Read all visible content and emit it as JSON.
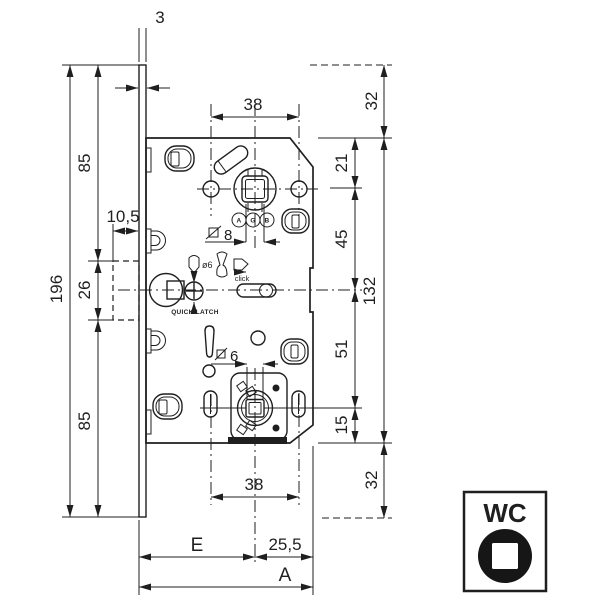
{
  "dims": {
    "d3": "3",
    "d38_top": "38",
    "d32_top": "32",
    "d85_top": "85",
    "d21": "21",
    "d10_5": "10,5",
    "d45": "45",
    "d26": "26",
    "d196": "196",
    "d132": "132",
    "d51": "51",
    "d85_bottom": "85",
    "d15": "15",
    "d38_bottom": "38",
    "d32_bottom": "32",
    "dE": "E",
    "d25_5": "25,5",
    "dA": "A"
  },
  "labels": {
    "square8": "8",
    "square6": "6",
    "dia6": "ø6",
    "click": "click",
    "quick_latch": "QUICK LATCH",
    "brand_a": "A",
    "brand_g": "G",
    "brand_b": "B"
  },
  "badge": {
    "title": "WC"
  },
  "colors": {
    "line": "#1f1f1f",
    "background": "#ffffff",
    "badge_fill": "#161616"
  }
}
